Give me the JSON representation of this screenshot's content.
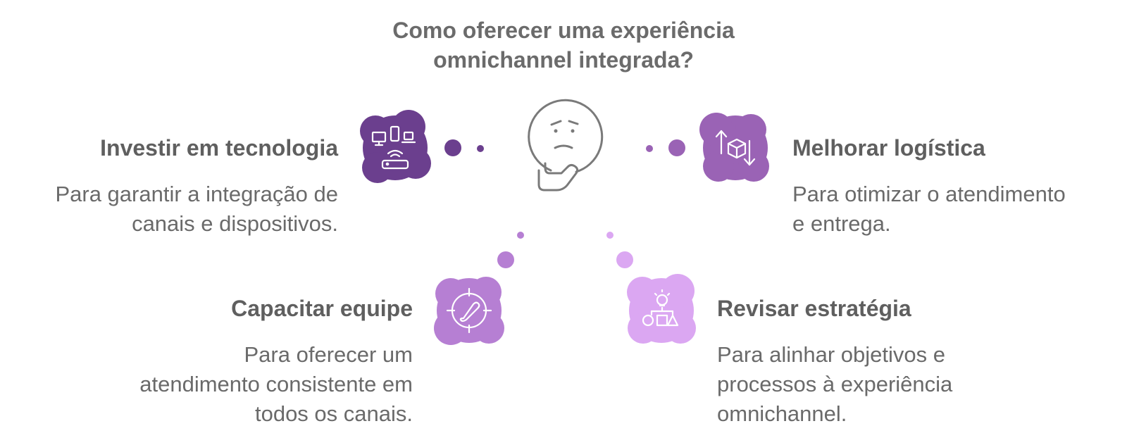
{
  "title": {
    "line1": "Como oferecer uma experiência",
    "line2": "omnichannel integrada?"
  },
  "items": [
    {
      "heading": "Investir em tecnologia",
      "desc": [
        "Para garantir a integração de",
        "canais e dispositivos."
      ],
      "icon": "devices-router-icon",
      "color": "#6b3f8e"
    },
    {
      "heading": "Melhorar logística",
      "desc": [
        "Para otimizar o atendimento",
        "e entrega."
      ],
      "icon": "box-exchange-icon",
      "color": "#9a63b5"
    },
    {
      "heading": "Capacitar equipe",
      "desc": [
        "Para oferecer um",
        "atendimento consistente em",
        "todos os canais."
      ],
      "icon": "target-gauge-icon",
      "color": "#b67fd3"
    },
    {
      "heading": "Revisar estratégia",
      "desc": [
        "Para alinhar objetivos e",
        "processos à experiência",
        "omnichannel."
      ],
      "icon": "lightbulb-flowchart-icon",
      "color": "#dba7f2"
    }
  ],
  "center_icon": "thinking-face-icon"
}
